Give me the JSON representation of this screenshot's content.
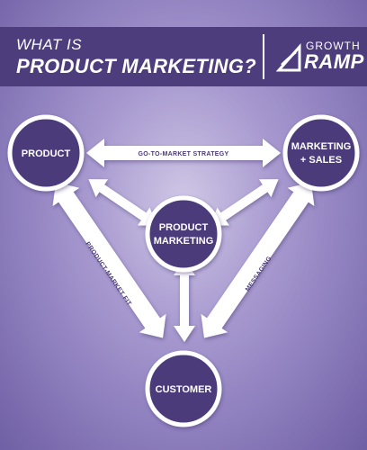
{
  "header": {
    "line1": "WHAT IS",
    "line2": "PRODUCT MARKETING?",
    "logo": {
      "top_text": "GROWTH",
      "bottom_text": "RAMP",
      "icon": "sail-icon"
    }
  },
  "colors": {
    "header_bg": "#4e3d7c",
    "node_fill": "#4b3a7a",
    "outline": "#ffffff",
    "label_text": "#4a3a78"
  },
  "diagram": {
    "nodes": {
      "product": {
        "lines": [
          "PRODUCT"
        ]
      },
      "marketing_sales": {
        "lines": [
          "MARKETING",
          "+ SALES"
        ]
      },
      "product_marketing": {
        "lines": [
          "PRODUCT",
          "MARKETING"
        ]
      },
      "customer": {
        "lines": [
          "CUSTOMER"
        ]
      }
    },
    "edges": {
      "go_to_market": "GO-TO-MARKET STRATEGY",
      "product_market_fit": "PRODUCT-MARKET FIT",
      "messaging": "MESSAGING"
    }
  }
}
